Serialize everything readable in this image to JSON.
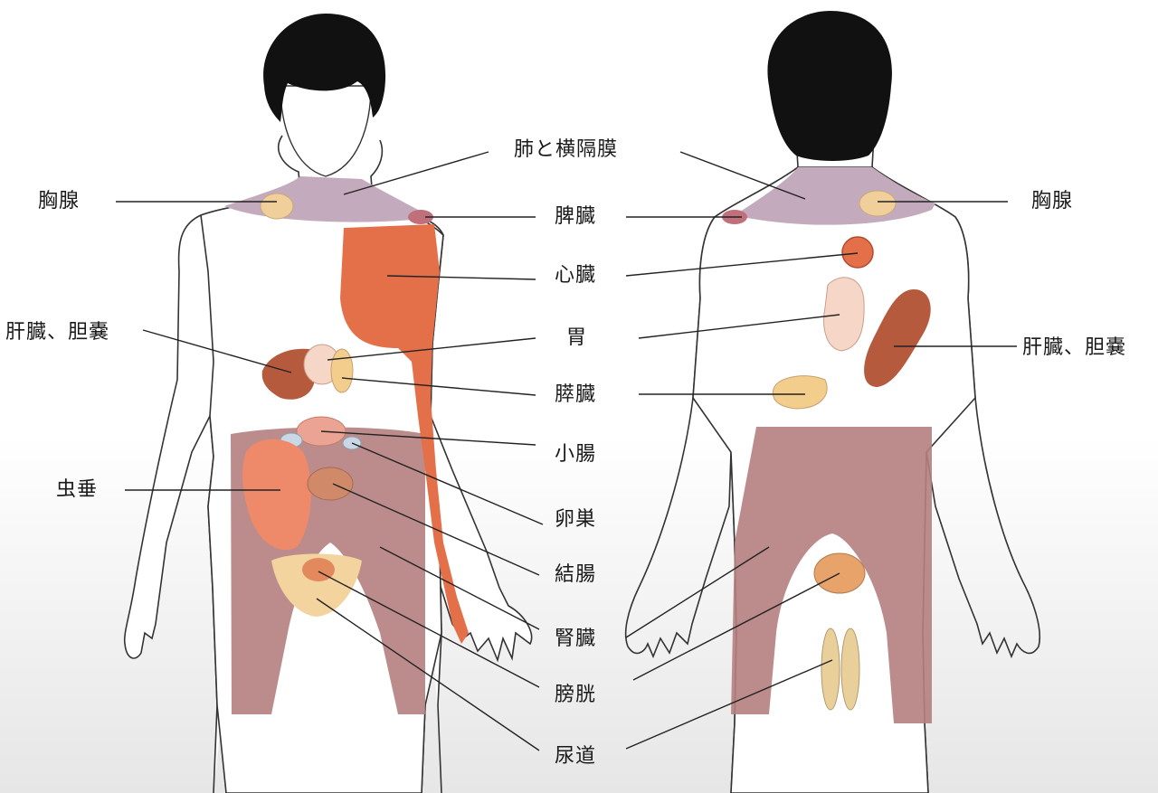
{
  "labels": {
    "center": {
      "lungs_diaphragm": "肺と横隔膜",
      "spleen": "脾臓",
      "heart": "心臓",
      "stomach": "胃",
      "pancreas": "膵臓",
      "small_intestine": "小腸",
      "ovary": "卵巣",
      "colon": "結腸",
      "kidney": "腎臓",
      "bladder": "膀胱",
      "urethra": "尿道"
    },
    "left": {
      "thymus": "胸腺",
      "liver_gallbladder": "肝臓、胆嚢",
      "appendix": "虫垂"
    },
    "right": {
      "thymus": "胸腺",
      "liver_gallbladder": "肝臓、胆嚢"
    }
  },
  "colors": {
    "neck_region": "#c3aabc",
    "heart_region": "#e4704a",
    "liver": "#b65a3e",
    "stomach": "#f6d6c6",
    "pancreas": "#f2cd8c",
    "small_intestine": "#eba494",
    "colon_region": "#b57f80",
    "appendix": "#ee8a6a",
    "ovary": "#c9d8e4",
    "bladder": "#f3d49e",
    "hair": "#111111"
  }
}
